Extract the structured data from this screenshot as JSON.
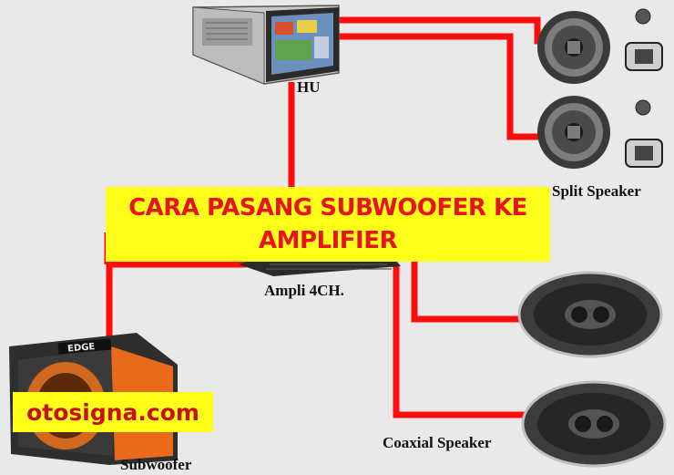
{
  "title": {
    "line1": "CARA PASANG SUBWOOFER KE",
    "line2": "AMPLIFIER"
  },
  "labels": {
    "head_unit": "HU",
    "split_speaker": "Split Speaker",
    "amplifier": "Ampli 4CH.",
    "coaxial_speaker": "Coaxial Speaker",
    "subwoofer": "Subwoofer",
    "subwoofer_brand": "EDGE"
  },
  "watermark": "otosigna.com",
  "colors": {
    "wire": "#ff0d0d",
    "title_bg": "#ffff1a",
    "title_text": "#e8141b",
    "watermark_text": "#c81016",
    "background": "#e9e9e9"
  }
}
